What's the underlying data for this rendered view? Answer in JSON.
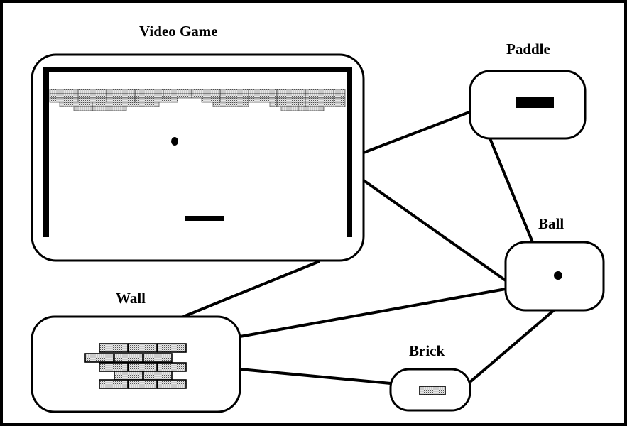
{
  "labels": {
    "video_game": "Video Game",
    "paddle": "Paddle",
    "ball": "Ball",
    "wall": "Wall",
    "brick": "Brick"
  },
  "edges": [
    [
      "video_game",
      "paddle"
    ],
    [
      "video_game",
      "ball"
    ],
    [
      "video_game",
      "wall"
    ],
    [
      "paddle",
      "ball"
    ],
    [
      "wall",
      "ball"
    ],
    [
      "wall",
      "brick"
    ],
    [
      "brick",
      "ball"
    ]
  ],
  "colors": {
    "ink": "#000000",
    "brick_fill": "#c8c8c8",
    "background": "#ffffff"
  }
}
